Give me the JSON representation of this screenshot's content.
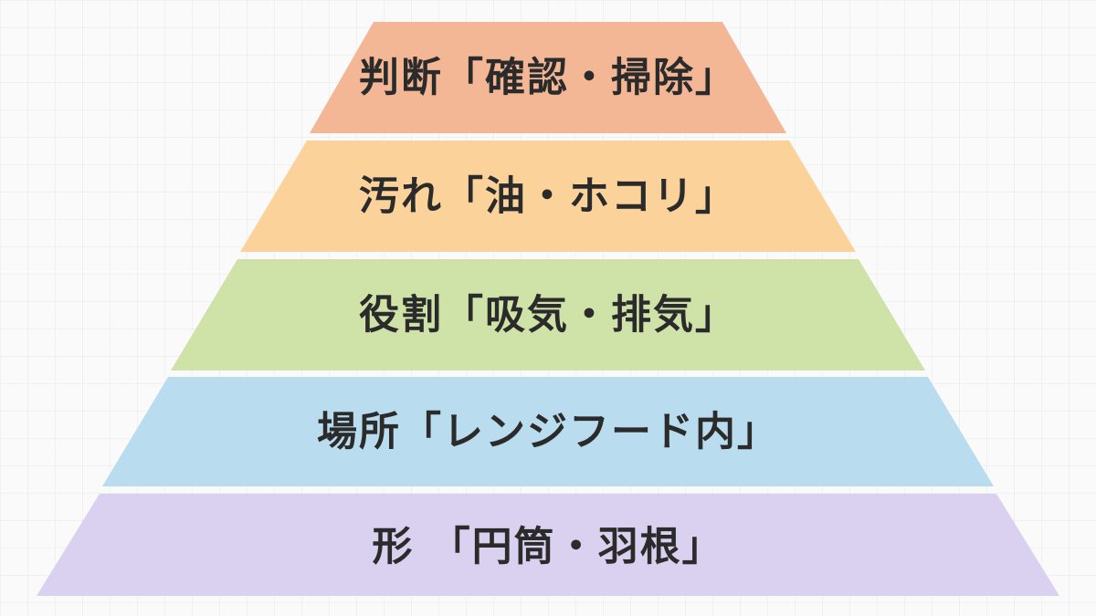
{
  "pyramid": {
    "tiers": [
      {
        "label": "判断「確認・掃除」",
        "color": "#f4b795"
      },
      {
        "label": "汚れ「油・ホコリ」",
        "color": "#fbd39a"
      },
      {
        "label": "役割「吸気・排気」",
        "color": "#cfe2a8"
      },
      {
        "label": "場所「レンジフード内」",
        "color": "#b9dcee"
      },
      {
        "label": "形 「円筒・羽根」",
        "color": "#d9d1ef"
      }
    ]
  }
}
